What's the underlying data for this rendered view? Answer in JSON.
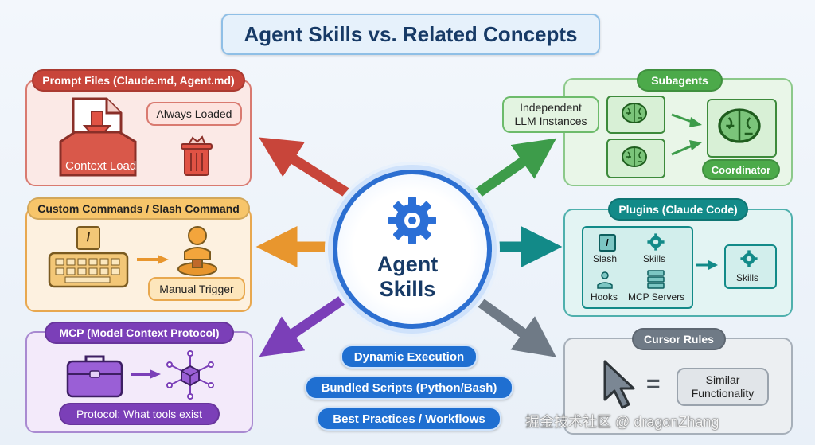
{
  "title": "Agent Skills vs. Related Concepts",
  "center": {
    "line1": "Agent",
    "line2": "Skills",
    "icon": "gear-icon"
  },
  "prompt_files": {
    "header": "Prompt Files (Claude.md, Agent.md)",
    "always_loaded": "Always Loaded",
    "context_load": "Context Load",
    "icons": [
      "document-download-icon",
      "trash-icon"
    ],
    "color": "#c8453a"
  },
  "custom_commands": {
    "header": "Custom Commands / Slash Command",
    "slash_key": "/",
    "manual_trigger": "Manual Trigger",
    "icons": [
      "keyboard-icon",
      "hand-press-button-icon"
    ],
    "color": "#e8962e"
  },
  "mcp": {
    "header": "MCP (Model Context Protocol)",
    "protocol": "Protocol: What tools exist",
    "icons": [
      "toolbox-icon",
      "network-cube-icon"
    ],
    "color": "#7b3fb8"
  },
  "subagents": {
    "header": "Subagents",
    "independent": "Independent\nLLM Instances",
    "coordinator": "Coordinator",
    "icons": [
      "brain-icon"
    ],
    "color": "#4caa4a"
  },
  "plugins": {
    "header": "Plugins (Claude Code)",
    "items": [
      "Slash",
      "Skills",
      "Hooks",
      "MCP Servers"
    ],
    "result": "Skills",
    "color": "#128a88"
  },
  "cursor_rules": {
    "header": "Cursor Rules",
    "equals": "=",
    "similar": "Similar\nFunctionality",
    "icons": [
      "cursor-arrow-icon"
    ],
    "color": "#6f7a86"
  },
  "features": [
    "Dynamic Execution",
    "Bundled Scripts (Python/Bash)",
    "Best Practices / Workflows"
  ],
  "watermark": "掘金技术社区 @ dragonZhang"
}
